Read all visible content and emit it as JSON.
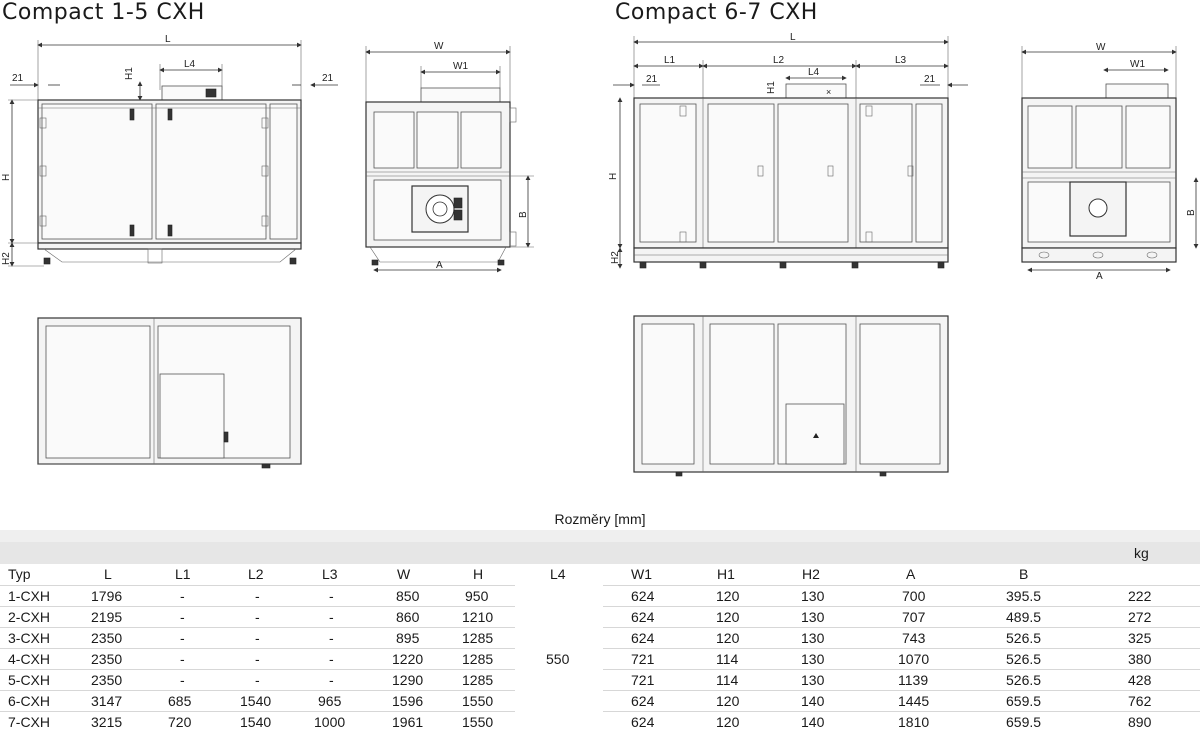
{
  "titles": {
    "left": "Compact   1-5 CXH",
    "right": "Compact   6-7 CXH"
  },
  "drawing_labels": {
    "L": "L",
    "L1": "L1",
    "L2": "L2",
    "L3": "L3",
    "L4": "L4",
    "W": "W",
    "W1": "W1",
    "H": "H",
    "H1": "H1",
    "H2": "H2",
    "A": "A",
    "B": "B",
    "d21": "21"
  },
  "table": {
    "units_label": "Rozměry [mm]",
    "kg_label": "kg",
    "headers": [
      "Typ",
      "L",
      "L1",
      "L2",
      "L3",
      "W",
      "H",
      "L4",
      "W1",
      "H1",
      "H2",
      "A",
      "B"
    ],
    "l4_value": "550",
    "rows": [
      {
        "typ": "1-CXH",
        "L": "1796",
        "L1": "-",
        "L2": "-",
        "L3": "-",
        "W": "850",
        "H": "950",
        "W1": "624",
        "H1": "120",
        "H2": "130",
        "A": "700",
        "B": "395.5",
        "kg": "222"
      },
      {
        "typ": "2-CXH",
        "L": "2195",
        "L1": "-",
        "L2": "-",
        "L3": "-",
        "W": "860",
        "H": "1210",
        "W1": "624",
        "H1": "120",
        "H2": "130",
        "A": "707",
        "B": "489.5",
        "kg": "272"
      },
      {
        "typ": "3-CXH",
        "L": "2350",
        "L1": "-",
        "L2": "-",
        "L3": "-",
        "W": "895",
        "H": "1285",
        "W1": "624",
        "H1": "120",
        "H2": "130",
        "A": "743",
        "B": "526.5",
        "kg": "325"
      },
      {
        "typ": "4-CXH",
        "L": "2350",
        "L1": "-",
        "L2": "-",
        "L3": "-",
        "W": "1220",
        "H": "1285",
        "W1": "721",
        "H1": "114",
        "H2": "130",
        "A": "1070",
        "B": "526.5",
        "kg": "380"
      },
      {
        "typ": "5-CXH",
        "L": "2350",
        "L1": "-",
        "L2": "-",
        "L3": "-",
        "W": "1290",
        "H": "1285",
        "W1": "721",
        "H1": "114",
        "H2": "130",
        "A": "1139",
        "B": "526.5",
        "kg": "428"
      },
      {
        "typ": "6-CXH",
        "L": "3147",
        "L1": "685",
        "L2": "1540",
        "L3": "965",
        "W": "1596",
        "H": "1550",
        "W1": "624",
        "H1": "120",
        "H2": "140",
        "A": "1445",
        "B": "659.5",
        "kg": "762"
      },
      {
        "typ": "7-CXH",
        "L": "3215",
        "L1": "720",
        "L2": "1540",
        "L3": "1000",
        "W": "1961",
        "H": "1550",
        "W1": "624",
        "H1": "120",
        "H2": "140",
        "A": "1810",
        "B": "659.5",
        "kg": "890"
      }
    ]
  }
}
